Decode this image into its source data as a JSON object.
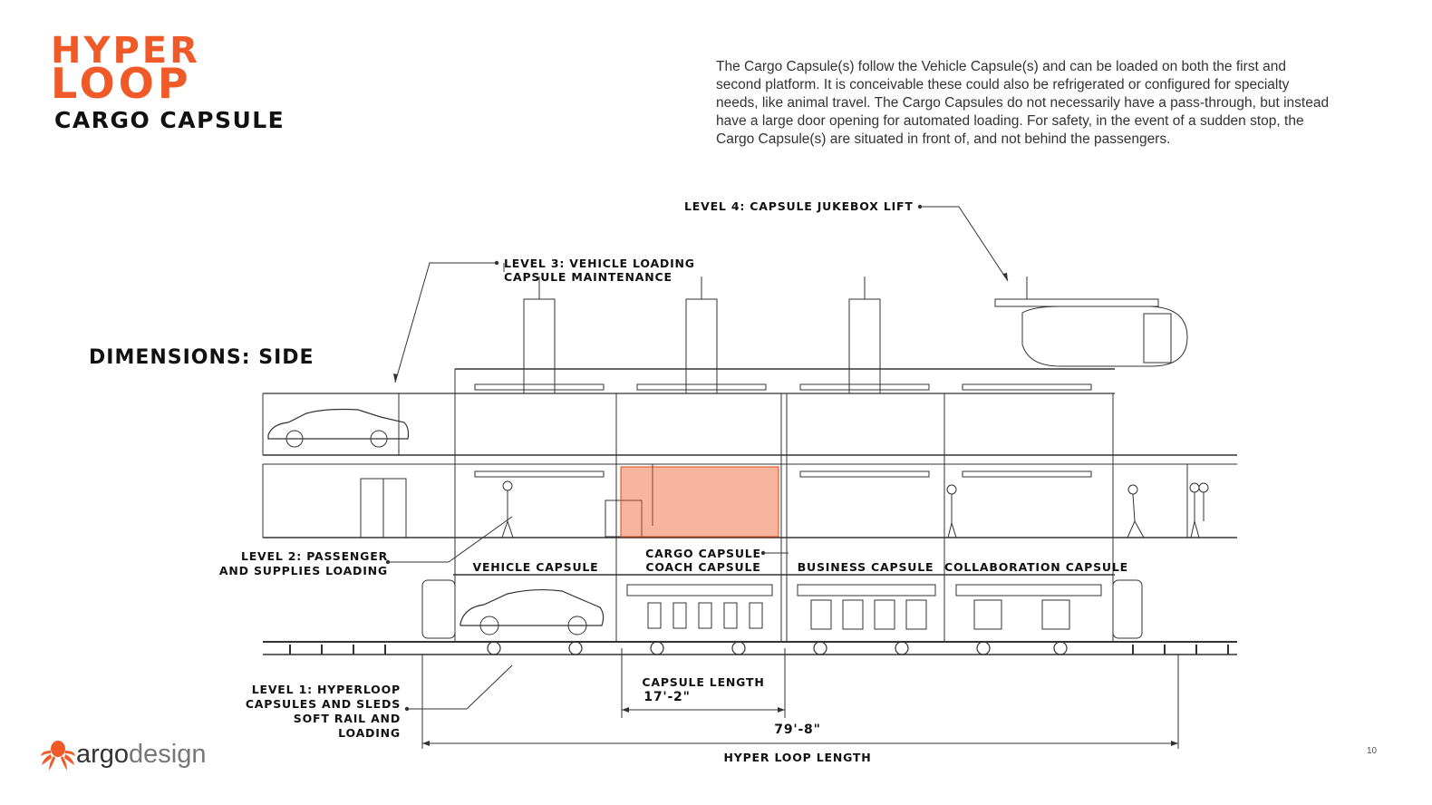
{
  "brand": {
    "logo_line1": "HYPER",
    "logo_line2": "LOOP",
    "subtitle": "CARGO CAPSULE",
    "footer_name_a": "argo",
    "footer_name_b": "design",
    "accent": "#f05a28"
  },
  "description": "The Cargo Capsule(s) follow the Vehicle Capsule(s) and can be loaded on both the first and second platform. It is conceivable these could also be refrigerated or configured for specialty needs, like animal travel.  The Cargo Capsules do not necessarily have a pass-through, but instead have a large door opening for automated loading. For safety, in the event of a sudden stop, the Cargo Capsule(s) are situated in front of, and not behind the passengers.",
  "section_title": "DIMENSIONS: SIDE",
  "labels": {
    "level4": "LEVEL 4: CAPSULE JUKEBOX LIFT",
    "level3_a": "LEVEL 3: VEHICLE LOADING",
    "level3_b": "CAPSULE MAINTENANCE",
    "level2_a": "LEVEL 2: PASSENGER",
    "level2_b": "AND SUPPLIES LOADING",
    "level1_a": "LEVEL 1: HYPERLOOP",
    "level1_b": "CAPSULES AND SLEDS",
    "level1_c": "SOFT RAIL AND",
    "level1_d": "LOADING",
    "vehicle_capsule": "VEHICLE CAPSULE",
    "cargo_capsule": "CARGO CAPSULE",
    "coach_capsule": "COACH CAPSULE",
    "business_capsule": "BUSINESS CAPSULE",
    "collaboration_capsule": "COLLABORATION CAPSULE",
    "capsule_length_label": "CAPSULE LENGTH",
    "capsule_length_value": "17'-2\"",
    "total_length_value": "79'-8\"",
    "total_length_label": "HYPER LOOP LENGTH"
  },
  "page_number": "10"
}
